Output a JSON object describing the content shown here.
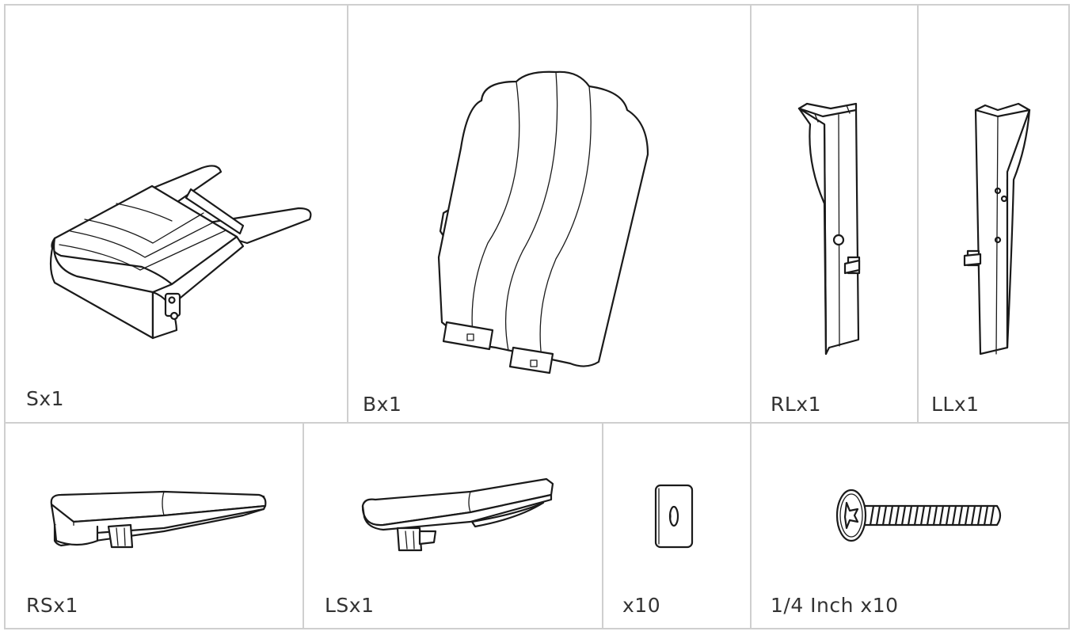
{
  "parts": {
    "seat": {
      "label": "Sx1",
      "icon": "seat-part-icon"
    },
    "back": {
      "label": "Bx1",
      "icon": "backrest-part-icon"
    },
    "right_leg": {
      "label": "RLx1",
      "icon": "right-leg-part-icon"
    },
    "left_leg": {
      "label": "LLx1",
      "icon": "left-leg-part-icon"
    },
    "right_arm": {
      "label": "RSx1",
      "icon": "right-armrest-part-icon"
    },
    "left_arm": {
      "label": "LSx1",
      "icon": "left-armrest-part-icon"
    },
    "washer": {
      "label": "x10",
      "icon": "square-nut-icon"
    },
    "bolt": {
      "label": "1/4 Inch x10",
      "icon": "bolt-icon"
    }
  },
  "colors": {
    "line": "#1a1a1a",
    "grid": "#cfcfcf",
    "label": "#333333"
  }
}
